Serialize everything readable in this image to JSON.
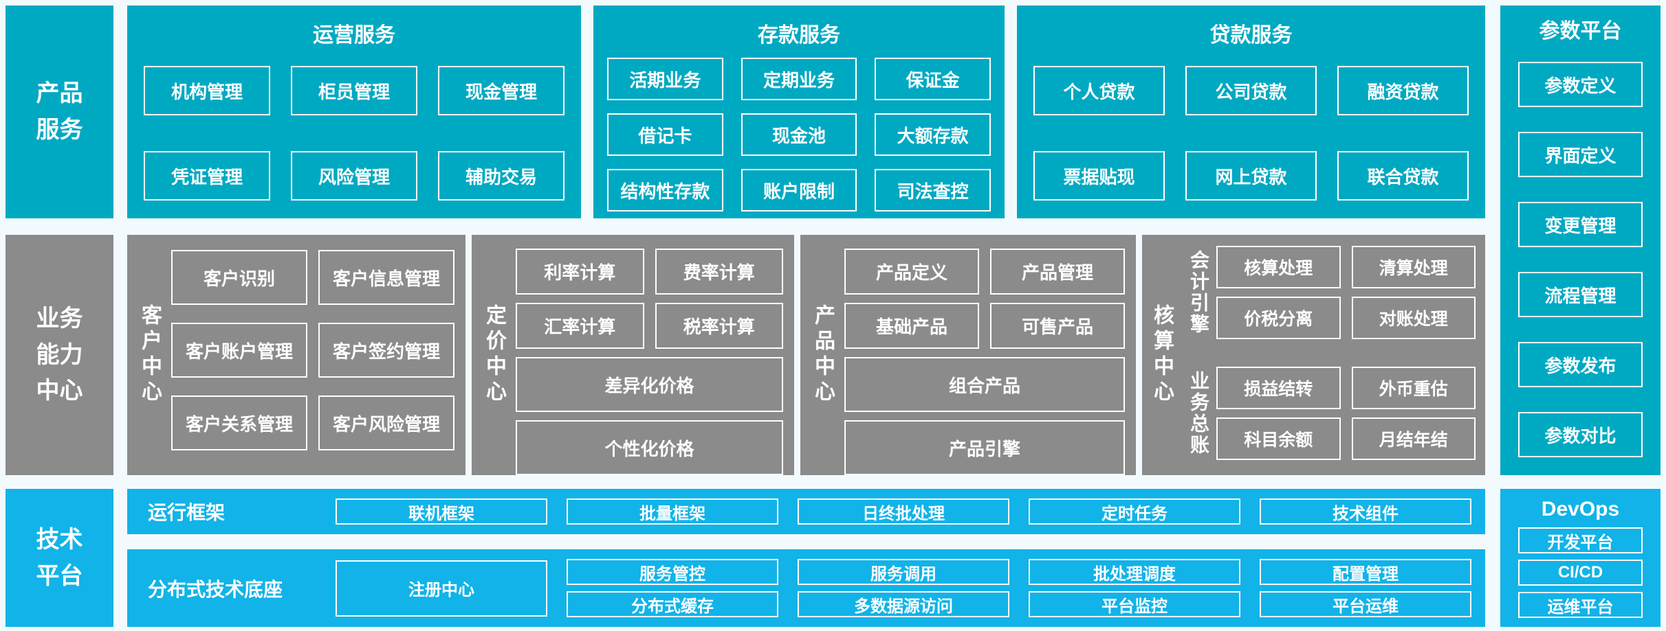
{
  "colors": {
    "teal": "#00a9c2",
    "gray": "#8b8b8b",
    "blue": "#12b3e8",
    "box_border": "#ffffff",
    "text": "#ffffff",
    "background": "#f3fafd"
  },
  "rails": {
    "product_services": "产品\n服务",
    "business_capability": "业务\n能力\n中心",
    "tech_platform": "技术\n平台"
  },
  "product_row": {
    "sections": [
      {
        "title": "运营服务",
        "rows": [
          [
            "机构管理",
            "柜员管理",
            "现金管理"
          ],
          [
            "凭证管理",
            "风险管理",
            "辅助交易"
          ]
        ]
      },
      {
        "title": "存款服务",
        "rows": [
          [
            "活期业务",
            "定期业务",
            "保证金"
          ],
          [
            "借记卡",
            "现金池",
            "大额存款"
          ],
          [
            "结构性存款",
            "账户限制",
            "司法查控"
          ]
        ]
      },
      {
        "title": "贷款服务",
        "rows": [
          [
            "个人贷款",
            "公司贷款",
            "融资贷款"
          ],
          [
            "票据贴现",
            "网上贷款",
            "联合贷款"
          ]
        ]
      }
    ]
  },
  "param_platform": {
    "title": "参数平台",
    "boxes": [
      "参数定义",
      "界面定义",
      "变更管理",
      "流程管理",
      "参数发布",
      "参数对比"
    ]
  },
  "capability_row": {
    "customer": {
      "label": "客户中心",
      "rows": [
        [
          "客户识别",
          "客户信息管理"
        ],
        [
          "客户账户管理",
          "客户签约管理"
        ],
        [
          "客户关系管理",
          "客户风险管理"
        ]
      ]
    },
    "pricing": {
      "label": "定价中心",
      "pairs": [
        [
          "利率计算",
          "费率计算"
        ],
        [
          "汇率计算",
          "税率计算"
        ]
      ],
      "wide": [
        "差异化价格",
        "个性化价格"
      ]
    },
    "product": {
      "label": "产品中心",
      "pairs": [
        [
          "产品定义",
          "产品管理"
        ],
        [
          "基础产品",
          "可售产品"
        ]
      ],
      "wide": [
        "组合产品",
        "产品引擎"
      ]
    },
    "accounting": {
      "label": "核算中心",
      "groups": [
        {
          "label": "会计引擎",
          "rows": [
            [
              "核算处理",
              "清算处理"
            ],
            [
              "价税分离",
              "对账处理"
            ]
          ]
        },
        {
          "label": "业务总账",
          "rows": [
            [
              "损益结转",
              "外币重估"
            ],
            [
              "科目余额",
              "月结年结"
            ]
          ]
        }
      ]
    }
  },
  "tech_row": {
    "run_framework": {
      "label": "运行框架",
      "boxes": [
        "联机框架",
        "批量框架",
        "日终批处理",
        "定时任务",
        "技术组件"
      ]
    },
    "distributed_base": {
      "label": "分布式技术底座",
      "registry": "注册中心",
      "columns": [
        [
          "服务管控",
          "分布式缓存"
        ],
        [
          "服务调用",
          "多数据源访问"
        ],
        [
          "批处理调度",
          "平台监控"
        ],
        [
          "配置管理",
          "平台运维"
        ]
      ]
    },
    "devops": {
      "title": "DevOps",
      "boxes": [
        "开发平台",
        "CI/CD",
        "运维平台"
      ]
    }
  }
}
